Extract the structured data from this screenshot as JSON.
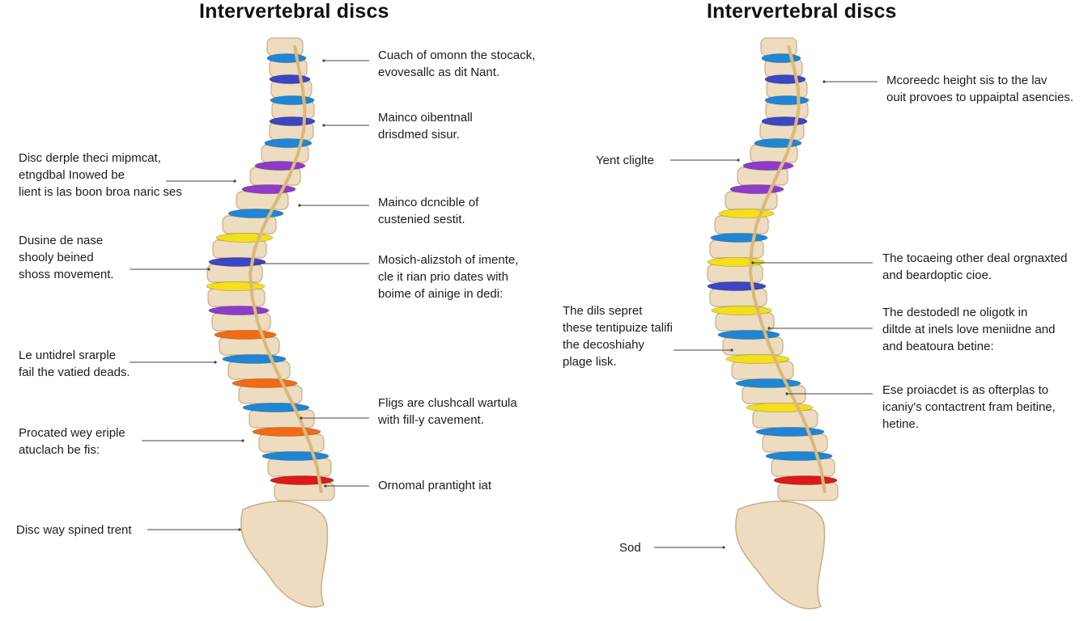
{
  "colors": {
    "bone": "#eddcbf",
    "bone_edge": "#c9ad83",
    "spinal_cord": "#d9b87a",
    "leader_line": "#444444",
    "disc_blue": "#1f86d6",
    "disc_purple": "#8e3bc9",
    "disc_yellow": "#f3df1a",
    "disc_orange": "#f36a16",
    "disc_red": "#dc1a1a",
    "disc_navy": "#3b46c2"
  },
  "left_panel": {
    "title": "Intervertebral discs",
    "labels": [
      {
        "lines": [
          "Cuach of omonn the stocack,",
          "evovesallc as dit Nant."
        ]
      },
      {
        "lines": [
          "Mainco oibentnall",
          "drisdmed sisur."
        ]
      },
      {
        "lines": [
          "Disc derple theci mipmcat,",
          "etngdbal Inowed be",
          "lient is las boon broa naric ses"
        ]
      },
      {
        "lines": [
          "Mainco dcncible of",
          "custenied sestit."
        ]
      },
      {
        "lines": [
          "Dusine de nase",
          "shooly beined",
          "shoss movement."
        ]
      },
      {
        "lines": [
          "Mosich-alizstoh of imente,",
          "cle it rian prio dates with",
          "boime of ainige in dedi:"
        ]
      },
      {
        "lines": [
          "Le untidrel srarple",
          "fail the vatied deads."
        ]
      },
      {
        "lines": [
          "Fligs are clushcall wartula",
          "with fill-y cavement."
        ]
      },
      {
        "lines": [
          "Procated wey eriple",
          "atuclach be fis:"
        ]
      },
      {
        "lines": [
          "Ornomal prantight iat"
        ]
      },
      {
        "lines": [
          "Disc way spined trent"
        ]
      }
    ]
  },
  "right_panel": {
    "title": "Intervertebral discs",
    "labels": [
      {
        "lines": [
          "Mcoreedc height sis to the lav",
          "ouit provoes to uppaiptal asencies."
        ]
      },
      {
        "lines": [
          "Yent cliglte"
        ]
      },
      {
        "lines": [
          "The tocaeing other deal orgnaxted",
          "and beardoptic cioe."
        ]
      },
      {
        "lines": [
          "The dils sepret",
          "these tentipuize talifi",
          "the decoshiahy",
          "plage lisk."
        ]
      },
      {
        "lines": [
          "The destodedl ne oligotk in",
          "diltde at inels love meniidne and",
          "and beatoura betine:"
        ]
      },
      {
        "lines": [
          "Ese proiacdet is as ofterplas to",
          "icaniy's contactrent fram beitine,",
          "hetine."
        ]
      },
      {
        "lines": [
          "Sod"
        ]
      }
    ]
  }
}
